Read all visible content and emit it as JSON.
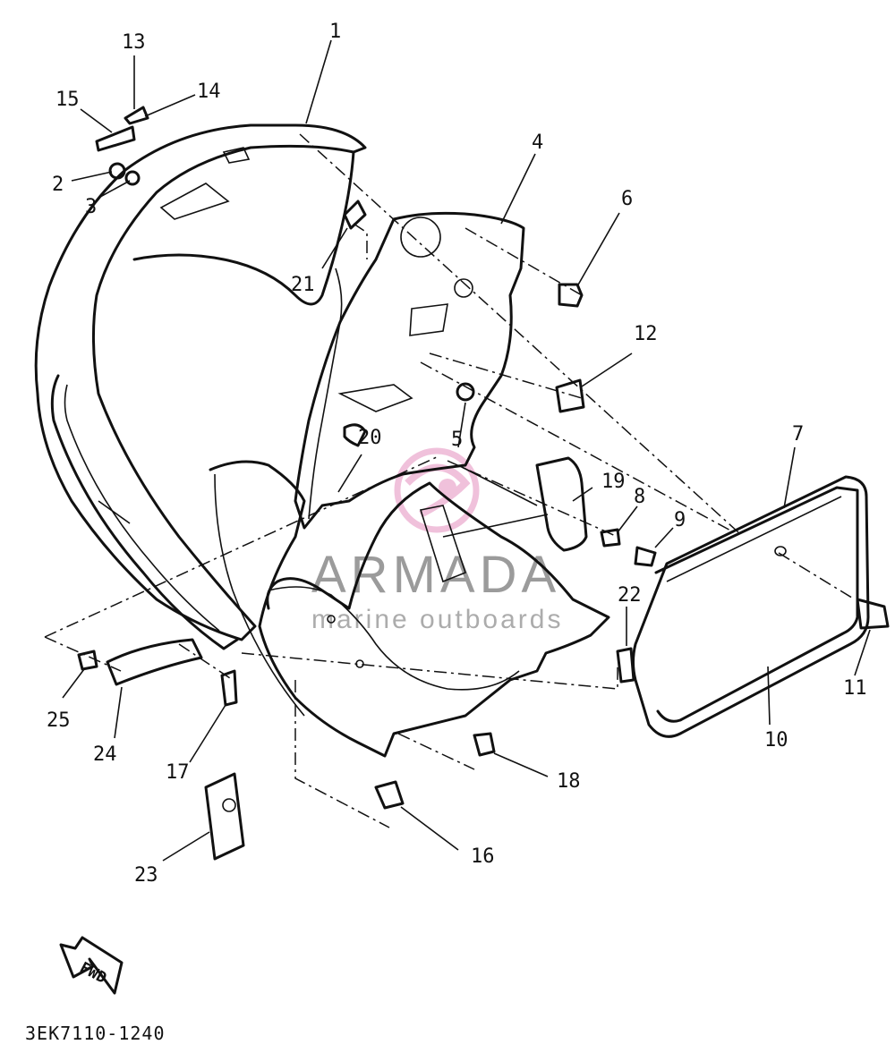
{
  "diagram_code": "3EK7110-1240",
  "fwd_label": "FWD",
  "watermark": {
    "brand": "ARMADA",
    "tagline": "marine outboards"
  },
  "callouts": [
    "1",
    "2",
    "3",
    "4",
    "5",
    "6",
    "7",
    "8",
    "9",
    "10",
    "11",
    "12",
    "13",
    "14",
    "15",
    "16",
    "17",
    "18",
    "19",
    "20",
    "21",
    "22",
    "23",
    "24",
    "25"
  ]
}
